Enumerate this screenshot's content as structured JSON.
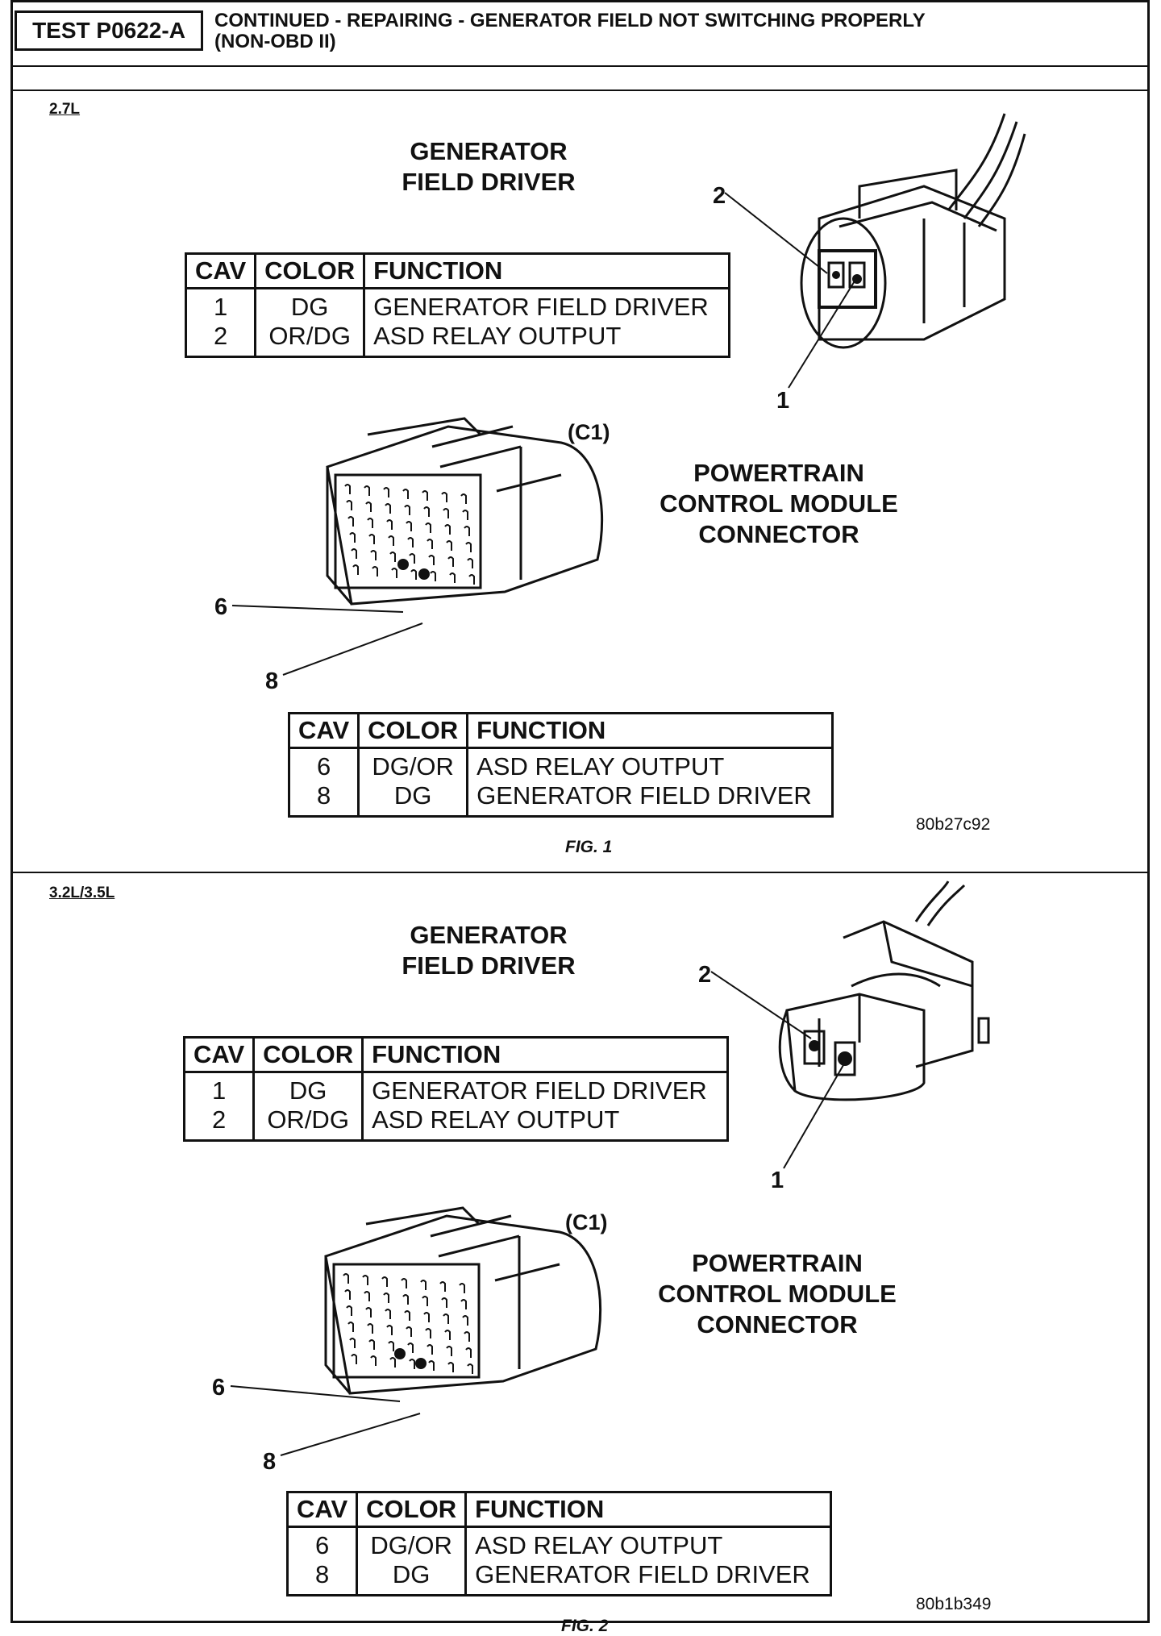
{
  "header": {
    "test_id": "TEST P0622-A",
    "title_line1": "CONTINUED - REPAIRING - GENERATOR FIELD NOT SWITCHING PROPERLY",
    "title_line2": "(NON-OBD II)"
  },
  "sections": [
    {
      "engine": "2.7L",
      "gen_title": "GENERATOR\nFIELD DRIVER",
      "gen_table": {
        "headers": [
          "CAV",
          "COLOR",
          "FUNCTION"
        ],
        "rows": [
          {
            "cav": "1",
            "color": "DG",
            "function": "GENERATOR FIELD DRIVER"
          },
          {
            "cav": "2",
            "color": "OR/DG",
            "function": "ASD RELAY OUTPUT"
          }
        ]
      },
      "gen_callouts": [
        "2",
        "1"
      ],
      "pcm_label": "(C1)",
      "pcm_title": "POWERTRAIN\nCONTROL MODULE\nCONNECTOR",
      "pcm_callouts": [
        "6",
        "8"
      ],
      "pcm_table": {
        "headers": [
          "CAV",
          "COLOR",
          "FUNCTION"
        ],
        "rows": [
          {
            "cav": "6",
            "color": "DG/OR",
            "function": "ASD RELAY OUTPUT"
          },
          {
            "cav": "8",
            "color": "DG",
            "function": "GENERATOR FIELD DRIVER"
          }
        ]
      },
      "fig_id": "80b27c92",
      "fig_caption": "FIG. 1"
    },
    {
      "engine": "3.2L/3.5L",
      "gen_title": "GENERATOR\nFIELD DRIVER",
      "gen_table": {
        "headers": [
          "CAV",
          "COLOR",
          "FUNCTION"
        ],
        "rows": [
          {
            "cav": "1",
            "color": "DG",
            "function": "GENERATOR FIELD DRIVER"
          },
          {
            "cav": "2",
            "color": "OR/DG",
            "function": "ASD RELAY OUTPUT"
          }
        ]
      },
      "gen_callouts": [
        "2",
        "1"
      ],
      "pcm_label": "(C1)",
      "pcm_title": "POWERTRAIN\nCONTROL MODULE\nCONNECTOR",
      "pcm_callouts": [
        "6",
        "8"
      ],
      "pcm_table": {
        "headers": [
          "CAV",
          "COLOR",
          "FUNCTION"
        ],
        "rows": [
          {
            "cav": "6",
            "color": "DG/OR",
            "function": "ASD RELAY OUTPUT"
          },
          {
            "cav": "8",
            "color": "DG",
            "function": "GENERATOR FIELD DRIVER"
          }
        ]
      },
      "fig_id": "80b1b349",
      "fig_caption": "FIG. 2"
    }
  ]
}
